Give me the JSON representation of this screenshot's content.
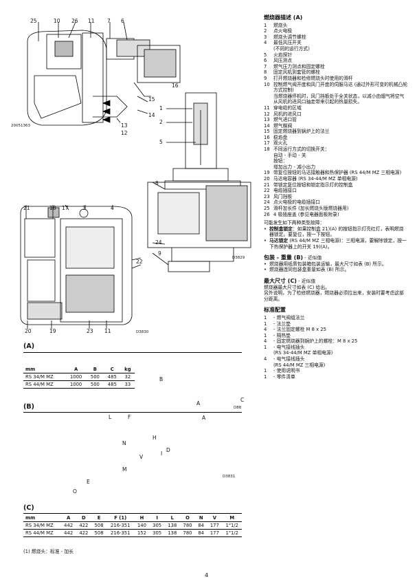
{
  "drawing_refs": {
    "top": [
      "25",
      "10",
      "26",
      "11",
      "7",
      "6"
    ],
    "side_top": [
      "15",
      "16",
      "14",
      "13",
      "12"
    ],
    "code1": "20051363",
    "mid_left": [
      "1",
      "2",
      "5",
      "8",
      "24",
      "9"
    ],
    "code2": "D3829",
    "lower": [
      "21",
      "18",
      "17",
      "3",
      "4",
      "22",
      "20",
      "19",
      "23",
      "11"
    ],
    "code3": "D3830",
    "codeA": "D88",
    "codeB": "D3831"
  },
  "section_labels": {
    "A": "(A)",
    "B": "(B)",
    "C": "(C)"
  },
  "table_a": {
    "headers": [
      "mm",
      "A",
      "B",
      "C",
      "kg"
    ],
    "rows": [
      [
        "RS 34/M MZ",
        "1000",
        "500",
        "485",
        "32"
      ],
      [
        "RS 44/M MZ",
        "1000",
        "500",
        "485",
        "33"
      ]
    ]
  },
  "box_labels": {
    "A": "A",
    "B": "B",
    "C": "C"
  },
  "dim_labels": {
    "L": "L",
    "F": "F",
    "H": "H",
    "I": "I",
    "V": "V",
    "N": "N",
    "M": "M",
    "D": "D",
    "E": "E",
    "O": "O"
  },
  "table_c": {
    "headers": [
      "mm",
      "A",
      "D",
      "E",
      "F (1)",
      "H",
      "I",
      "L",
      "O",
      "N",
      "V",
      "M"
    ],
    "rows": [
      [
        "RS 34/M MZ",
        "442",
        "422",
        "508",
        "216-351",
        "140",
        "305",
        "138",
        "780",
        "84",
        "177",
        "1\"1/2"
      ],
      [
        "RS 44/M MZ",
        "442",
        "422",
        "508",
        "216-351",
        "152",
        "305",
        "138",
        "780",
        "84",
        "177",
        "1\"1/2"
      ]
    ]
  },
  "footnote": "(1) 燃烧头：标准 - 加长",
  "page_number": "4",
  "desc": {
    "title": "燃烧器描述 (A)",
    "items": [
      {
        "n": "1",
        "t": "燃烧头"
      },
      {
        "n": "2",
        "t": "点火电极"
      },
      {
        "n": "3",
        "t": "燃烧头调节螺栓"
      },
      {
        "n": "4",
        "t": "最低风压开关"
      },
      {
        "n": "",
        "t": "(不同的运行方式)"
      },
      {
        "n": "5",
        "t": "火焰探针"
      },
      {
        "n": "6",
        "t": "风压测点"
      },
      {
        "n": "7",
        "t": "燃气压力测点和固定螺栓"
      },
      {
        "n": "8",
        "t": "固定风机到套管的螺栓"
      },
      {
        "n": "9",
        "t": "打开燃烧器和检修燃烧头时使用的滑杆"
      },
      {
        "n": "10",
        "t": "控制燃气阀开度和风门开度的伺服马达 (通过外形可变的机械凸轮方式控制)"
      },
      {
        "n": "",
        "t": "当燃烧器停机时，风门挡板处于全关状态，以减小由烟气将空气从风机的进风口抽走带来引起的热量损失。"
      },
      {
        "n": "11",
        "t": "穿电缆的区域"
      },
      {
        "n": "12",
        "t": "风机的进风口"
      },
      {
        "n": "13",
        "t": "燃气进口管"
      },
      {
        "n": "14",
        "t": "燃气蝶阀"
      },
      {
        "n": "15",
        "t": "固定燃烧器到锅炉上的法兰"
      },
      {
        "n": "16",
        "t": "稳焰盘"
      },
      {
        "n": "17",
        "t": "观火孔"
      },
      {
        "n": "18",
        "t": "不同运行方式的切换开关："
      },
      {
        "n": "",
        "t": "自动 - 手动 - 关"
      },
      {
        "n": "",
        "t": "按钮："
      },
      {
        "n": "",
        "t": "增加出力 - 减小出力"
      },
      {
        "n": "19",
        "t": "带复位按钮的马达接触器和热保护器 (RS 44/M MZ 三相电源)"
      },
      {
        "n": "20",
        "t": "马达电容器 (RS 34-44/M MZ 单相电源)"
      },
      {
        "n": "21",
        "t": "带锁定复位按钮和锁定指示灯的控制盒"
      },
      {
        "n": "22",
        "t": "电缆插接口"
      },
      {
        "n": "23",
        "t": "风门挡板"
      },
      {
        "n": "24",
        "t": "点火电极的电缆插接口"
      },
      {
        "n": "25",
        "t": "滑杆加长件 (加长燃烧头版燃烧器用)"
      },
      {
        "n": "26",
        "t": "4 极插座盖 (参见电器面板附录)"
      }
    ],
    "faults_intro": "可能发生如下两种类型故障：",
    "fault1_title": "控制盒锁定",
    "fault1_text": "：如果控制盒 21)(A) 的按钮指示灯亮红灯，表明燃烧器锁定。要复位，按一下按钮。",
    "fault2_title": "马达锁定",
    "fault2_text": " (RS 44/M MZ 三相电源)：三相电源，要解除锁定，按一下热保护器上的开关 19)(A)。"
  },
  "packing": {
    "title": "包装 - 重量 (B)",
    "title_suffix": " - 近似值",
    "bullets": [
      "燃烧器用纸质包装箱包装运输，最大尺寸如表 (B) 所示。",
      "燃烧器连同包装盒重量如表 (B) 所示。"
    ]
  },
  "dimensions": {
    "title": "最大尺寸 (C)",
    "title_suffix": " - 近似值",
    "lines": [
      "燃烧器最大尺寸如表 (C) 给出。",
      "另外说明，为了检修燃烧器，燃烧器必须拉出来，安装时要考虑这部分距离。"
    ]
  },
  "standard": {
    "title": "标准配置",
    "items": [
      {
        "n": "1",
        "t": "- 燃气阀组法兰"
      },
      {
        "n": "1",
        "t": "- 法兰垫"
      },
      {
        "n": "4",
        "t": "- 法兰固定螺栓 M 8 x 25"
      },
      {
        "n": "1",
        "t": "- 隔热垫"
      },
      {
        "n": "4",
        "t": "- 固定燃烧器到锅炉上的螺栓：M 8 x 25"
      },
      {
        "n": "1",
        "t": "- 电气接线插头"
      },
      {
        "n": "",
        "t": "(RS 34-44/M MZ 单相电源)"
      },
      {
        "n": "4",
        "t": "- 电气接线插头"
      },
      {
        "n": "",
        "t": "(RS 44/M MZ 三相电源)"
      },
      {
        "n": "1",
        "t": "- 使用说明书"
      },
      {
        "n": "1",
        "t": "- 零件清单"
      }
    ]
  }
}
